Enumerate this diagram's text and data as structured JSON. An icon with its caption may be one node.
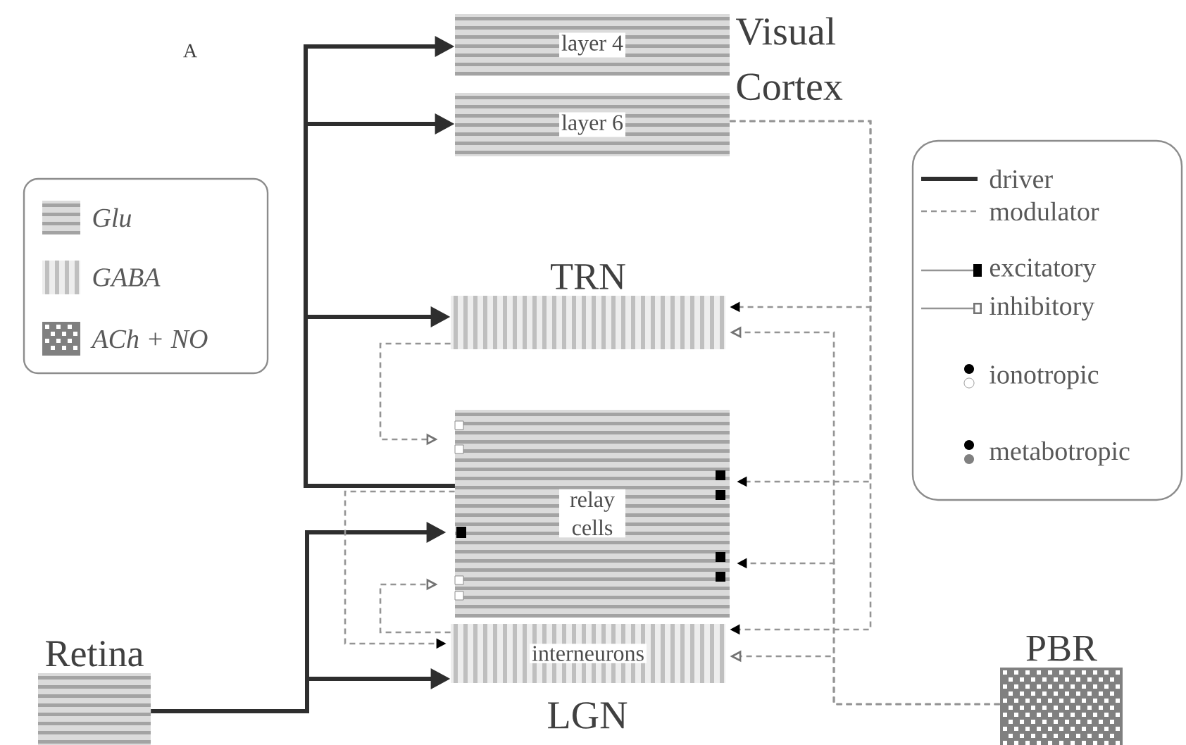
{
  "diagram": {
    "nodes": [
      {
        "text": [
          "layer 4"
        ]
      },
      {
        "text": [
          "layer 6"
        ]
      },
      {
        "text": [
          "TRN"
        ]
      },
      {
        "text": [
          "relay cells"
        ]
      },
      {
        "text": [
          "interneurons"
        ]
      },
      {
        "text": [
          "Retina"
        ]
      },
      {
        "text": [
          "PBR"
        ]
      }
    ],
    "edges": [
      {
        "from": 3,
        "to": 0,
        "arrow": "to",
        "style": "thick",
        "color": "#2e2e2e"
      },
      {
        "from": 3,
        "to": 1,
        "arrow": "to",
        "style": "thick",
        "color": "#2e2e2e"
      },
      {
        "from": 3,
        "to": 2,
        "arrow": "to",
        "style": "thick",
        "color": "#2e2e2e"
      },
      {
        "from": 5,
        "to": 3,
        "arrow": "to",
        "style": "thick",
        "color": "#2e2e2e"
      },
      {
        "from": 5,
        "to": 4,
        "arrow": "to",
        "style": "thick",
        "color": "#2e2e2e"
      },
      {
        "from": 1,
        "to": 2,
        "arrow": "to",
        "style": "dashed"
      },
      {
        "from": 1,
        "to": 3,
        "arrow": "to",
        "style": "dashed"
      },
      {
        "from": 1,
        "to": 4,
        "arrow": "to",
        "style": "dashed"
      },
      {
        "from": 6,
        "to": 2,
        "arrow": "to",
        "style": "dashed"
      },
      {
        "from": 6,
        "to": 3,
        "arrow": "to",
        "style": "dashed"
      },
      {
        "from": 6,
        "to": 4,
        "arrow": "to",
        "style": "dashed"
      },
      {
        "from": 2,
        "to": 3,
        "arrow": "to",
        "style": "dashed"
      },
      {
        "from": 4,
        "to": 3,
        "arrow": "to",
        "style": "dashed"
      },
      {
        "from": 3,
        "to": 4,
        "arrow": "to",
        "style": "dashed"
      }
    ],
    "labels": [
      "A",
      "Visual Cortex",
      "LGN"
    ],
    "legend": [
      {
        "text": "Glu"
      },
      {
        "text": "GABA"
      },
      {
        "text": "ACh + NO"
      },
      {
        "text": "driver"
      },
      {
        "text": "modulator"
      },
      {
        "text": "excitatory"
      },
      {
        "text": "inhibitory"
      },
      {
        "text": "ionotropic"
      },
      {
        "text": "metabotropic"
      }
    ]
  }
}
